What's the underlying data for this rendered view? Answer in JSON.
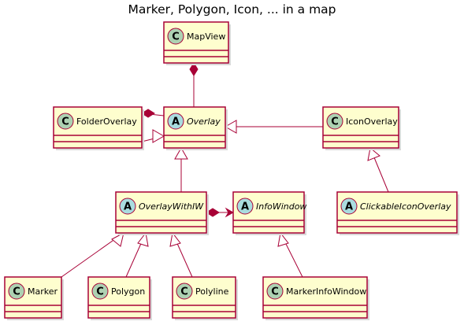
{
  "title": "Marker, Polygon, Icon, ... in a map",
  "colors": {
    "box_fill": "#FEFECE",
    "border": "#A80036",
    "class_circle": "#ADD1B2",
    "abstract_circle": "#A9DCDF"
  },
  "classes": [
    {
      "id": "mapview",
      "name": "MapView",
      "stereotype": "C",
      "abstract": false
    },
    {
      "id": "overlay",
      "name": "Overlay",
      "stereotype": "A",
      "abstract": true
    },
    {
      "id": "folderoverlay",
      "name": "FolderOverlay",
      "stereotype": "C",
      "abstract": false
    },
    {
      "id": "iconoverlay",
      "name": "IconOverlay",
      "stereotype": "C",
      "abstract": false
    },
    {
      "id": "overlaywithiw",
      "name": "OverlayWithIW",
      "stereotype": "A",
      "abstract": true
    },
    {
      "id": "infowindow",
      "name": "InfoWindow",
      "stereotype": "A",
      "abstract": true
    },
    {
      "id": "clickableiconoverlay",
      "name": "ClickableIconOverlay",
      "stereotype": "A",
      "abstract": true
    },
    {
      "id": "marker",
      "name": "Marker",
      "stereotype": "C",
      "abstract": false
    },
    {
      "id": "polygon",
      "name": "Polygon",
      "stereotype": "C",
      "abstract": false
    },
    {
      "id": "polyline",
      "name": "Polyline",
      "stereotype": "C",
      "abstract": false
    },
    {
      "id": "markerinfowindow",
      "name": "MarkerInfoWindow",
      "stereotype": "C",
      "abstract": false
    }
  ],
  "relations": [
    {
      "from": "mapview",
      "to": "overlay",
      "type": "composition"
    },
    {
      "from": "folderoverlay",
      "to": "overlay",
      "type": "composition"
    },
    {
      "from": "folderoverlay",
      "to": "overlay",
      "type": "inheritance"
    },
    {
      "from": "iconoverlay",
      "to": "overlay",
      "type": "inheritance"
    },
    {
      "from": "overlaywithiw",
      "to": "overlay",
      "type": "inheritance"
    },
    {
      "from": "clickableiconoverlay",
      "to": "iconoverlay",
      "type": "inheritance"
    },
    {
      "from": "overlaywithiw",
      "to": "infowindow",
      "type": "composition-navigable"
    },
    {
      "from": "marker",
      "to": "overlaywithiw",
      "type": "inheritance"
    },
    {
      "from": "polygon",
      "to": "overlaywithiw",
      "type": "inheritance"
    },
    {
      "from": "polyline",
      "to": "overlaywithiw",
      "type": "inheritance"
    },
    {
      "from": "markerinfowindow",
      "to": "infowindow",
      "type": "inheritance"
    }
  ]
}
